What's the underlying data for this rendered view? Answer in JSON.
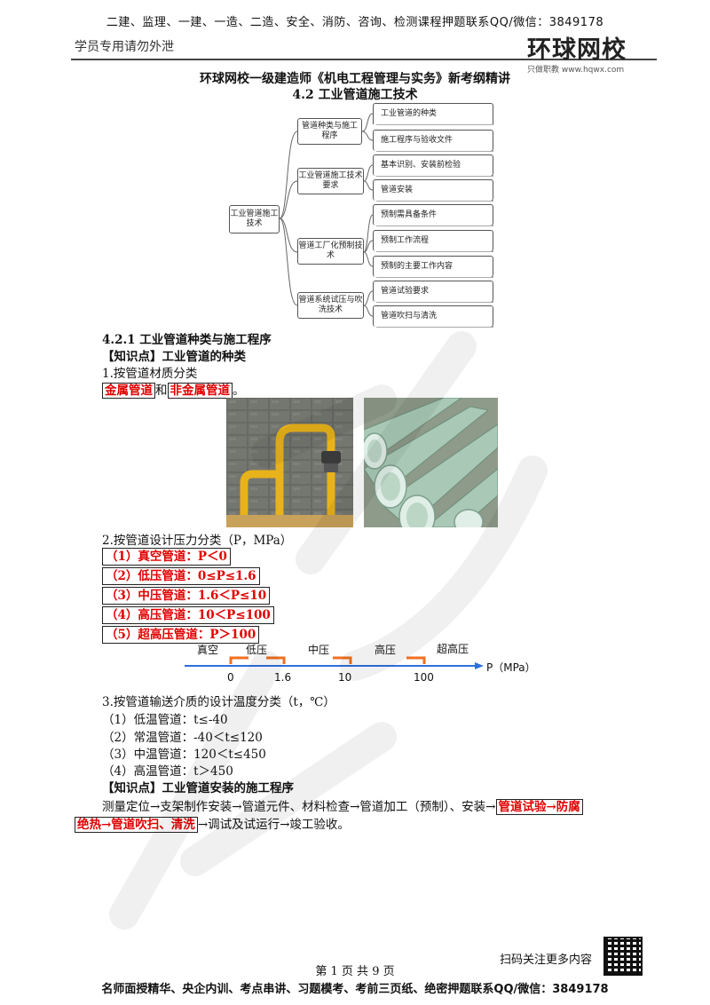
{
  "header": {
    "top_text": "二建、监理、一建、一造、二造、安全、消防、咨询、检测课程押题联系QQ/微信：3849178",
    "left_text": "学员专用请勿外泄",
    "logo_main": "环球网校",
    "logo_sub": "只做职教 www.hqwx.com"
  },
  "title": "环球网校一级建造师《机电工程管理与实务》新考纲精讲",
  "subtitle": "4.2 工业管道施工技术",
  "mindmap": {
    "root": "工业管道施工技术",
    "branches": [
      {
        "label": "管道种类与施工程序",
        "leaves": [
          "工业管道的种类",
          "施工程序与验收文件"
        ]
      },
      {
        "label": "工业管道施工技术要求",
        "leaves": [
          "基本识别、安装前检验",
          "管道安装"
        ]
      },
      {
        "label": "管道工厂化预制技术",
        "leaves": [
          "预制需具备条件",
          "预制工作流程",
          "预制的主要工作内容"
        ]
      },
      {
        "label": "管道系统试压与吹洗技术",
        "leaves": [
          "管道试验要求",
          "管道吹扫与清洗"
        ]
      }
    ]
  },
  "section_421": "4.2.1 工业管道种类与施工程序",
  "kp1": "【知识点】工业管道的种类",
  "by_material": "1.按管道材质分类",
  "metal": "金属管道",
  "and_text": "和",
  "nonmetal": "非金属管道",
  "period": "。",
  "by_pressure": "2.按管道设计压力分类（P，MPa）",
  "pressure_items": [
    "（1）真空管道：P＜0",
    "（2）低压管道：0≤P≤1.6",
    "（3）中压管道：1.6＜P≤10",
    "（4）高压管道：10＜P≤100",
    "（5）超高压管道：P＞100"
  ],
  "scale": {
    "zones": [
      "真空",
      "低压",
      "中压",
      "高压",
      "超高压"
    ],
    "ticks": [
      "0",
      "1.6",
      "10",
      "100"
    ],
    "axis_label": "P（MPa）",
    "colors": {
      "axis": "#2f6fdb",
      "bracket": "#f07020"
    }
  },
  "by_temperature": "3.按管道输送介质的设计温度分类（t，℃）",
  "temp_items": [
    "（1）低温管道：t≤-40",
    "（2）常温管道：-40＜t≤120",
    "（3）中温管道：120＜t≤450",
    "（4）高温管道：t＞450"
  ],
  "kp2": "【知识点】工业管道安装的施工程序",
  "procedure": {
    "part1": "测量定位→支架制作安装→管道元件、材料检查→管道加工（预制）、安装→",
    "highlight1": "管道试验→防腐",
    "highlight2": "绝热→管道吹扫、清洗",
    "part2": "→调试及试运行→竣工验收。"
  },
  "footer": {
    "scan_text": "扫码关注更多内容",
    "page_text": "第 1 页 共 9 页",
    "bottom_text": "名师面授精华、央企内训、考点串讲、习题模考、考前三页纸、绝密押题联系QQ/微信：3849178"
  }
}
